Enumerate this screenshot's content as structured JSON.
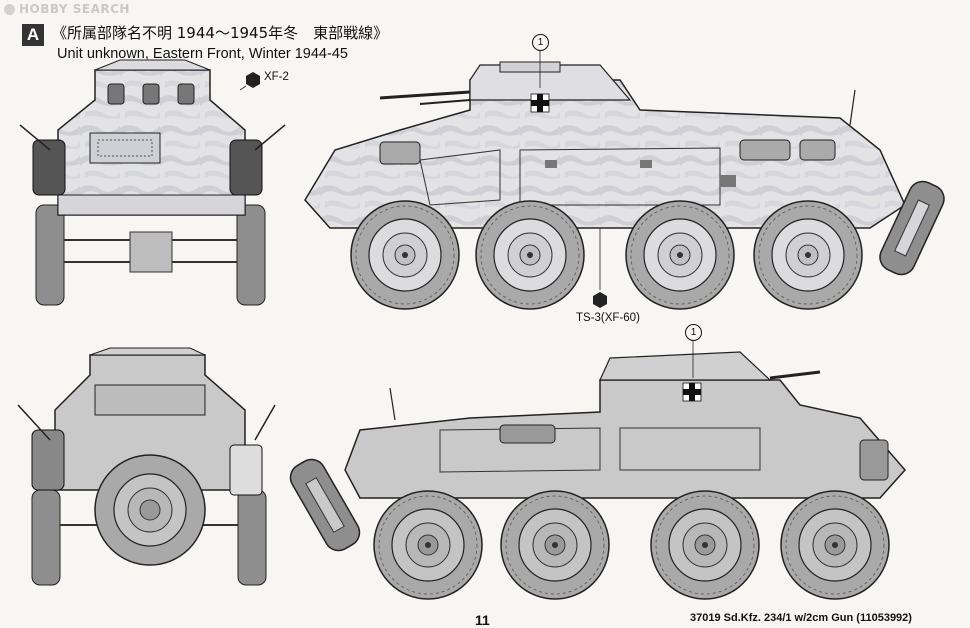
{
  "watermark": "HOBBY SEARCH",
  "badge": "A",
  "title_jp": "《所属部隊名不明 1944〜1945年冬　東部戦線》",
  "title_en": "Unit unknown, Eastern Front, Winter 1944-45",
  "labels": {
    "xf2": "XF-2",
    "ts3": "TS-3(XF-60)",
    "marker_top": "1",
    "marker_bottom": "1"
  },
  "page_number": "11",
  "footer": "37019  Sd.Kfz. 234/1 w/2cm Gun (11053992)"
}
